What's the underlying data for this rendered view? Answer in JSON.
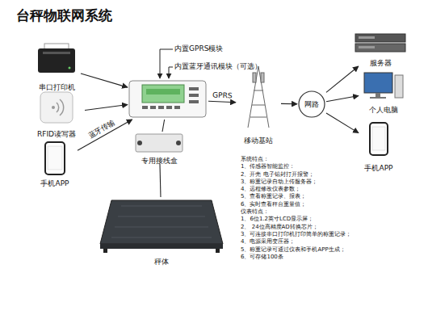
{
  "diagram": {
    "title": "台秤物联网系统",
    "nodes": [
      {
        "text": [
          "串口打印机"
        ]
      },
      {
        "text": [
          "RFID读写器"
        ]
      },
      {
        "text": [
          "手机APP"
        ]
      },
      {
        "text": [
          "内置GPRS模块",
          "内置蓝牙通讯模块（可选）"
        ]
      },
      {
        "text": [
          "专用接线盒"
        ]
      },
      {
        "text": [
          "秤体"
        ]
      },
      {
        "text": [
          "移动基站"
        ]
      },
      {
        "text": [
          "网路"
        ]
      },
      {
        "text": [
          "服务器"
        ]
      },
      {
        "text": [
          "个人电脑"
        ]
      },
      {
        "text": [
          "手机APP"
        ]
      }
    ],
    "edges": [
      {
        "from": 0,
        "to": 3,
        "arrow": "to"
      },
      {
        "from": 1,
        "to": 3,
        "arrow": "to"
      },
      {
        "from": 2,
        "to": 3,
        "label": "蓝牙传输",
        "arrow": "to"
      },
      {
        "from": 3,
        "to": 4,
        "arrow": "none"
      },
      {
        "from": 4,
        "to": 5,
        "arrow": "none"
      },
      {
        "from": 3,
        "to": 6,
        "label": "GPRS",
        "arrow": "to"
      },
      {
        "from": 6,
        "to": 7,
        "arrow": "to"
      },
      {
        "from": 7,
        "to": 8,
        "arrow": "to"
      },
      {
        "from": 7,
        "to": 9,
        "arrow": "to"
      },
      {
        "from": 7,
        "to": 10,
        "arrow": "to"
      }
    ],
    "labels": [
      "系统特点：",
      "1、传感器智能监控：",
      "2、开壳   电子铅封打开报警；",
      "3、称重记录自动上传服务器；",
      "4、远程修改仪表参数；",
      "5、查看称重记录、报表；",
      "6、实时查看秤台重量值；",
      "仪表特点：",
      "1、6位1.2英寸LCD显示屏；",
      "2、 24位高精度AD转换芯片；",
      "3、可连接串口打印机打印简单的称重记录；",
      "4、电源采用变压器；",
      "5、称重记录可通过仪表和手机APP生成；",
      "6、可存储100条"
    ]
  }
}
